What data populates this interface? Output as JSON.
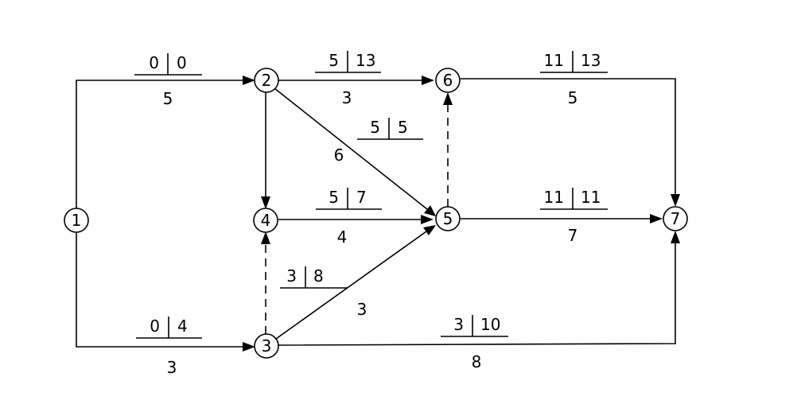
{
  "nodes": [
    {
      "id": "1",
      "label": "1"
    },
    {
      "id": "2",
      "label": "2"
    },
    {
      "id": "3",
      "label": "3"
    },
    {
      "id": "4",
      "label": "4"
    },
    {
      "id": "5",
      "label": "5"
    },
    {
      "id": "6",
      "label": "6"
    },
    {
      "id": "7",
      "label": "7"
    }
  ],
  "edges": [
    {
      "id": "e12",
      "from": "1",
      "to": "2",
      "dashed": false,
      "duration": "5",
      "es": "0",
      "tf": "0"
    },
    {
      "id": "e13",
      "from": "1",
      "to": "3",
      "dashed": false,
      "duration": "3",
      "es": "0",
      "tf": "4"
    },
    {
      "id": "e26",
      "from": "2",
      "to": "6",
      "dashed": false,
      "duration": "3",
      "es": "5",
      "tf": "13"
    },
    {
      "id": "e25",
      "from": "2",
      "to": "5",
      "dashed": false,
      "duration": "6",
      "es": "5",
      "tf": "5"
    },
    {
      "id": "e24",
      "from": "2",
      "to": "4",
      "dashed": false,
      "duration": "",
      "es": "",
      "tf": ""
    },
    {
      "id": "e45",
      "from": "4",
      "to": "5",
      "dashed": false,
      "duration": "4",
      "es": "5",
      "tf": "7"
    },
    {
      "id": "e34",
      "from": "3",
      "to": "4",
      "dashed": true,
      "duration": "",
      "es": "",
      "tf": ""
    },
    {
      "id": "e35",
      "from": "3",
      "to": "5",
      "dashed": false,
      "duration": "3",
      "es": "3",
      "tf": "8"
    },
    {
      "id": "e56",
      "from": "5",
      "to": "6",
      "dashed": true,
      "duration": "",
      "es": "",
      "tf": ""
    },
    {
      "id": "e67",
      "from": "6",
      "to": "7",
      "dashed": false,
      "duration": "5",
      "es": "11",
      "tf": "13"
    },
    {
      "id": "e57",
      "from": "5",
      "to": "7",
      "dashed": false,
      "duration": "7",
      "es": "11",
      "tf": "11"
    },
    {
      "id": "e37",
      "from": "3",
      "to": "7",
      "dashed": false,
      "duration": "8",
      "es": "3",
      "tf": "10"
    }
  ]
}
